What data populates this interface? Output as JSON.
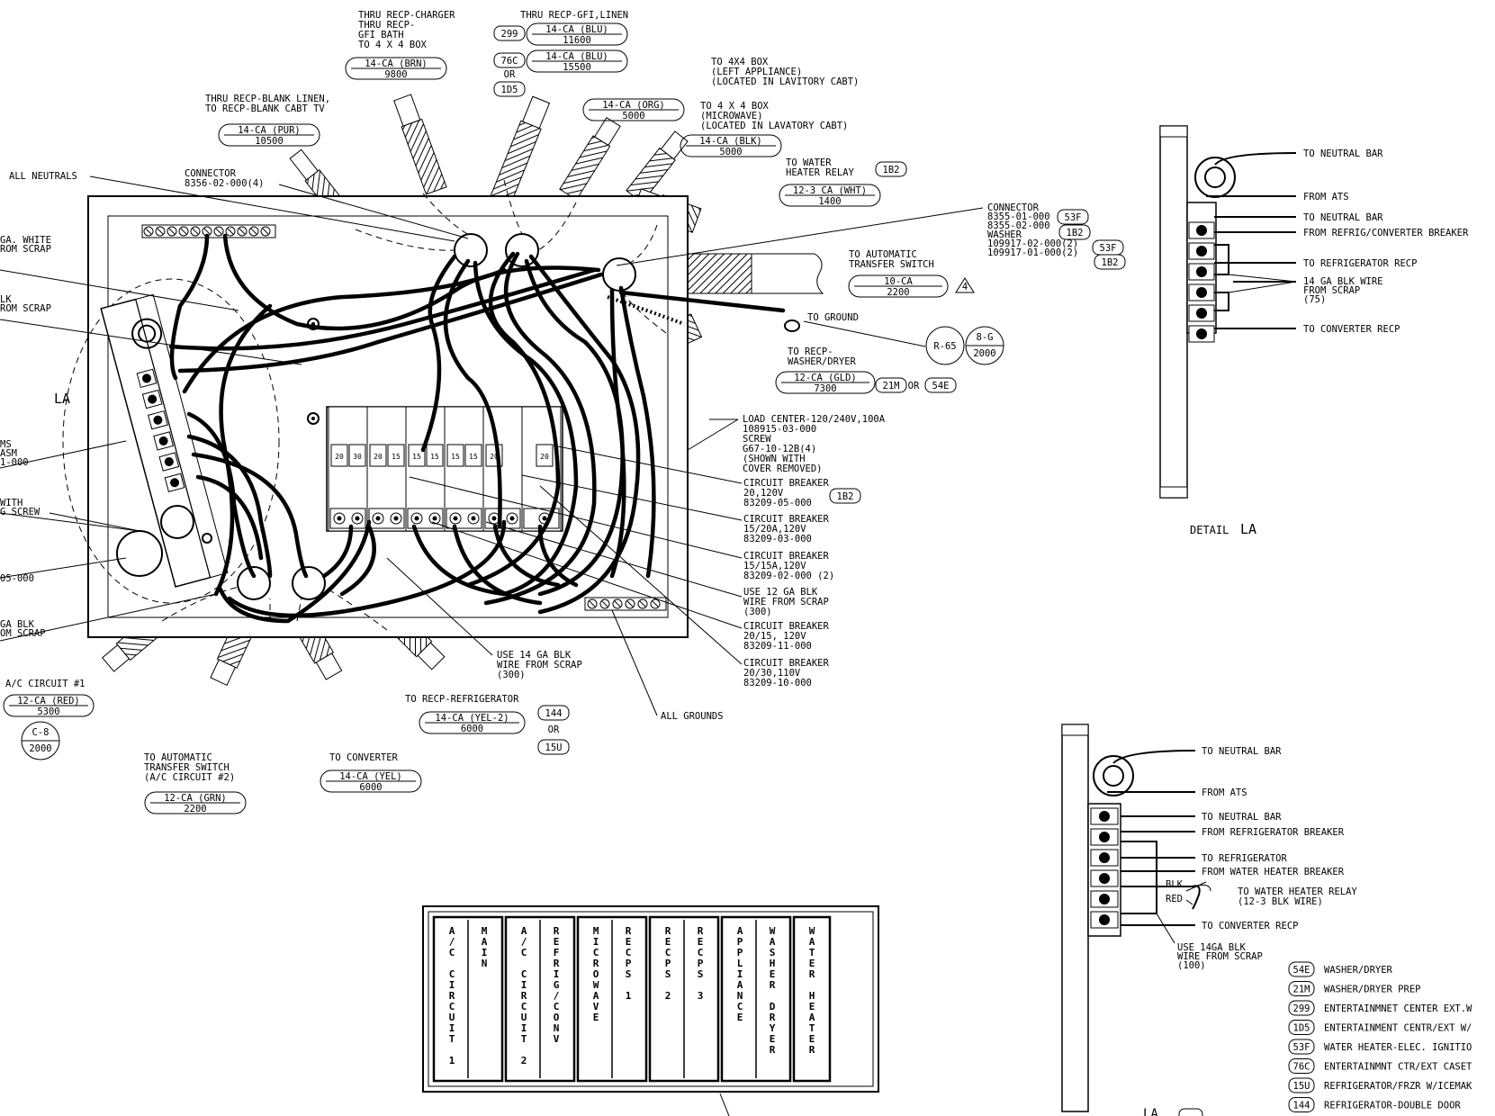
{
  "cable_labels": [
    {
      "desc": [
        "THRU RECP-CHARGER",
        "THRU RECP-",
        "GFI BATH",
        "TO 4 X 4 BOX"
      ],
      "tag": "14-CA (BRN)",
      "len": "9800"
    },
    {
      "desc": [
        "THRU RECP-GFI,LINEN"
      ],
      "tag": "14-CA (BLU)",
      "len": "11600",
      "ref": "299"
    },
    {
      "desc": [],
      "tag": "14-CA (BLU)",
      "len": "15500",
      "ref": "76C",
      "or": "OR",
      "ref2": "1D5"
    },
    {
      "desc": [
        "TO 4X4 BOX",
        "(LEFT APPLIANCE)",
        "(LOCATED IN LAVITORY CABT)"
      ],
      "tag": "14-CA (ORG)",
      "len": "5000"
    },
    {
      "desc": [
        "TO 4 X 4 BOX",
        "(MICROWAVE)",
        "(LOCATED IN LAVATORY CABT)"
      ],
      "tag": "14-CA (BLK)",
      "len": "5000"
    },
    {
      "desc": [
        "THRU RECP-BLANK LINEN,",
        "TO RECP-BLANK CABT TV"
      ],
      "tag": "14-CA (PUR)",
      "len": "10500"
    },
    {
      "desc": [
        "TO WATER",
        "HEATER RELAY"
      ],
      "tag": "12-3 CA (WHT)",
      "len": "1400",
      "ref": "1B2"
    },
    {
      "desc": [
        "TO AUTOMATIC",
        "TRANSFER SWITCH"
      ],
      "tag": "10-CA",
      "len": "2200",
      "ref": "4"
    },
    {
      "desc": [
        "TO RECP-",
        "WASHER/DRYER"
      ],
      "tag": "12-CA (GLD)",
      "len": "7300",
      "ref": "21M",
      "or": "OR",
      "ref2": "54E"
    },
    {
      "desc": [
        "A/C CIRCUIT #1"
      ],
      "tag": "12-CA (RED)",
      "len": "5300"
    },
    {
      "desc": [
        "TO AUTOMATIC",
        "TRANSFER SWITCH",
        "(A/C CIRCUIT #2)"
      ],
      "tag": "12-CA (GRN)",
      "len": "2200"
    },
    {
      "desc": [
        "TO CONVERTER"
      ],
      "tag": "14-CA (YEL)",
      "len": "6000"
    },
    {
      "desc": [
        "TO RECP-REFRIGERATOR"
      ],
      "tag": "14-CA (YEL-2)",
      "len": "6000",
      "ref": "144",
      "or": "OR",
      "ref2": "15U"
    }
  ],
  "callouts": {
    "all_neutrals": "ALL NEUTRALS",
    "connector_left": [
      "CONNECTOR",
      "8356-02-000(4)"
    ],
    "connector_right": [
      "CONNECTOR",
      "8355-01-000",
      "8355-02-000",
      "WASHER",
      "109917-02-000(2)",
      "109917-01-000(2)"
    ],
    "connector_refs": [
      "53F",
      "1B2",
      "53F",
      "1B2"
    ],
    "to_ground": "TO GROUND",
    "ground_ref_left": "R-65",
    "ground_ref_top": "8-G",
    "ground_ref_bottom": "2000",
    "load_center": [
      "LOAD CENTER-120/240V,100A",
      "108915-03-000",
      "SCREW",
      "G67-10-12B(4)",
      "(SHOWN WITH",
      "COVER REMOVED)"
    ],
    "cb1": [
      "CIRCUIT BREAKER",
      "20,120V",
      "83209-05-000"
    ],
    "cb1_ref": "1B2",
    "cb2": [
      "CIRCUIT BREAKER",
      "15/20A,120V",
      "83209-03-000"
    ],
    "cb3": [
      "CIRCUIT BREAKER",
      "15/15A,120V",
      "83209-02-000 (2)"
    ],
    "use12": [
      "USE 12 GA BLK",
      "WIRE FROM SCRAP",
      "(300)"
    ],
    "cb4": [
      "CIRCUIT BREAKER",
      "20/15, 120V",
      "83209-11-000"
    ],
    "cb5": [
      "CIRCUIT BREAKER",
      "20/30,110V",
      "83209-10-000"
    ],
    "use14": [
      "USE 14 GA BLK",
      "WIRE FROM SCRAP",
      "(300)"
    ],
    "all_grounds": "ALL GROUNDS",
    "left_cut": [
      "GA. WHITE",
      "ROM SCRAP",
      "LK",
      "ROM SCRAP",
      "MS",
      "ASM",
      "1-000",
      "WITH",
      "G SCREW",
      "05-000",
      "GA BLK",
      "OM SCRAP"
    ],
    "la": "LA",
    "c8_top": "C-8",
    "c8_bottom": "2000"
  },
  "breaker_ratings": [
    "20",
    "30",
    "20",
    "15",
    "15",
    "15",
    "15",
    "15",
    "20",
    "20"
  ],
  "detail_top": {
    "title": "DETAIL",
    "title_ref": "LA",
    "labels": [
      "TO NEUTRAL BAR",
      "FROM ATS",
      "TO NEUTRAL BAR",
      "FROM REFRIG/CONVERTER BREAKER",
      "TO REFRIGERATOR RECP",
      "14 GA BLK WIRE",
      "FROM SCRAP",
      "(75)",
      "TO CONVERTER RECP"
    ]
  },
  "detail_bottom": {
    "labels": [
      "TO NEUTRAL BAR",
      "FROM ATS",
      "TO NEUTRAL BAR",
      "FROM REFRIGERATOR BREAKER",
      "TO REFRIGERATOR",
      "FROM WATER HEATER BREAKER",
      "BLK",
      "RED",
      "TO WATER HEATER RELAY",
      "(12-3 BLK WIRE)",
      "TO CONVERTER RECP",
      "USE 14GA BLK",
      "WIRE FROM SCRAP",
      "(100)"
    ]
  },
  "directory": [
    {
      "text": "A/C CIRCUIT 1"
    },
    {
      "text": "MAIN"
    },
    {
      "text": "A/C CIRCUIT 2"
    },
    {
      "text": "REFRIG/CONV"
    },
    {
      "text": "MICROWAVE"
    },
    {
      "text": "RECPS 1"
    },
    {
      "text": "RECPS 2"
    },
    {
      "text": "RECPS 3"
    },
    {
      "text": "APPLIANCE"
    },
    {
      "text": "WASHER DRYER"
    },
    {
      "text": "WATER HEATER"
    }
  ],
  "legend": [
    {
      "code": "54E",
      "text": "WASHER/DRYER"
    },
    {
      "code": "21M",
      "text": "WASHER/DRYER PREP"
    },
    {
      "code": "299",
      "text": "ENTERTAINMNET CENTER EXT.W"
    },
    {
      "code": "1D5",
      "text": "ENTERTAINMENT CENTR/EXT W/"
    },
    {
      "code": "53F",
      "text": "WATER HEATER-ELEC. IGNITIO"
    },
    {
      "code": "76C",
      "text": "ENTERTAINMNT CTR/EXT CASET"
    },
    {
      "code": "15U",
      "text": "REFRIGERATOR/FRZR W/ICEMAK"
    },
    {
      "code": "144",
      "text": "REFRIGERATOR-DOUBLE DOOR"
    }
  ],
  "bottom_cut_text": "LA"
}
